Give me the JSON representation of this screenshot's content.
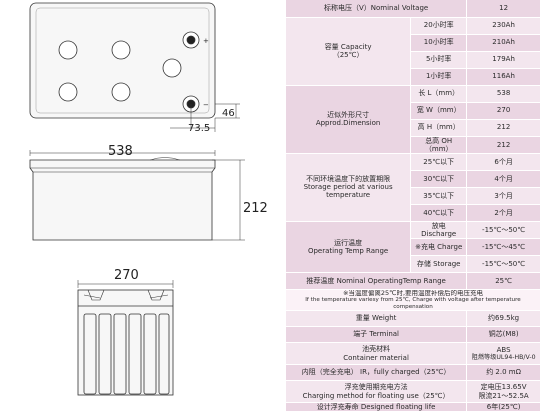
{
  "drawings": {
    "dim_46": "46",
    "dim_73_5": "73.5",
    "dim_538": "538",
    "dim_212": "212",
    "dim_270": "270"
  },
  "spec": {
    "nominal_voltage": {
      "label": "标称电压（V）Nominal Voltage",
      "value": "12"
    },
    "capacity": {
      "label_cn": "容量 Capacity",
      "label_en": "（25℃）",
      "rows": [
        {
          "rate": "20小时率",
          "value": "230Ah"
        },
        {
          "rate": "10小时率",
          "value": "210Ah"
        },
        {
          "rate": "5小时率",
          "value": "179Ah"
        },
        {
          "rate": "1小时率",
          "value": "116Ah"
        }
      ]
    },
    "dimension": {
      "label_cn": "近似外形尺寸",
      "label_en": "Approd.Dimension",
      "rows": [
        {
          "name": "长 L（mm）",
          "value": "538"
        },
        {
          "name": "宽 W（mm）",
          "value": "270"
        },
        {
          "name": "高 H（mm）",
          "value": "212"
        },
        {
          "name": "总高 OH（mm）",
          "value": "212"
        }
      ]
    },
    "storage": {
      "label_cn": "不同环境温度下的放置期限",
      "label_en": "Storage period at various temperature",
      "rows": [
        {
          "temp": "25℃以下",
          "value": "6个月"
        },
        {
          "temp": "30℃以下",
          "value": "4个月"
        },
        {
          "temp": "35℃以下",
          "value": "3个月"
        },
        {
          "temp": "40℃以下",
          "value": "2个月"
        }
      ]
    },
    "operating": {
      "label_cn": "运行温度",
      "label_en": "Operating Temp Range",
      "rows": [
        {
          "mode": "放电 Discharge",
          "value": "-15℃～50℃"
        },
        {
          "mode": "※充电 Charge",
          "value": "-15℃～45℃"
        },
        {
          "mode": "存储 Storage",
          "value": "-15℃～50℃"
        }
      ]
    },
    "recommended_temp": {
      "label": "推荐温度  Nominal OperatingTemp Range",
      "value": "25℃"
    },
    "note": {
      "cn": "※当温度偏离25℃时,要用温度补偿后的电压充电",
      "en": "If the temperature variesy from 25℃, Charge with voltage after temperature compensation"
    },
    "weight": {
      "label": "重量 Weight",
      "value": "约69.5kg"
    },
    "terminal": {
      "label": "端子 Terminal",
      "value": "铜芯(M8)"
    },
    "container": {
      "label_cn": "池壳材料",
      "label_en": "Container material",
      "value_1": "ABS",
      "value_2": "阻燃等级UL94-HB/V-0"
    },
    "resistance": {
      "label": "内阻（完全充电） IR，fully charged（25℃）",
      "value": "约 2.0 mΩ"
    },
    "float_charge": {
      "label_cn": "浮充使用期充电方法",
      "label_en": "Charging method for floating use（25℃）",
      "value_1": "定电压13.65V",
      "value_2": "限流21～52.5A"
    },
    "design_life": {
      "label": "设计浮充寿命 Designed floating life",
      "value": "6年(25℃)"
    }
  }
}
